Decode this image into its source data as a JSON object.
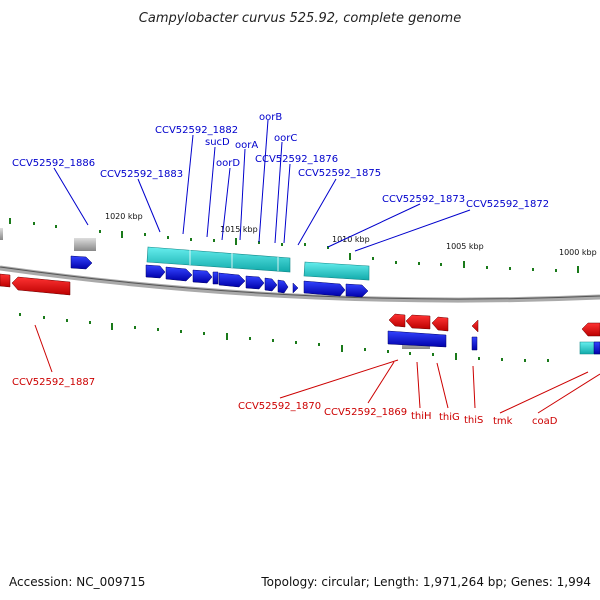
{
  "title": "Campylobacter curvus 525.92, complete genome",
  "accession": "Accession: NC_009715",
  "summary": "Topology: circular; Length: 1,971,264 bp; Genes: 1,994",
  "scale_labels": [
    "1020 kbp",
    "1015 kbp",
    "1010 kbp",
    "1005 kbp",
    "1000 kbp"
  ],
  "colors": {
    "forward": "#0000ee",
    "reverse": "#ee0000",
    "cyan": "#22cccc",
    "grey": "#999999",
    "blue_label": "#0000cc",
    "red_label": "#cc0000",
    "tick": "#1a7a1a",
    "backbone": "#888888"
  },
  "forward_labels": [
    "CCV52592_1882",
    "sucD",
    "oorB",
    "oorC",
    "oorA",
    "oorD",
    "CCV52592_1886",
    "CCV52592_1876",
    "CCV52592_1883",
    "CCV52592_1875",
    "CCV52592_1873",
    "CCV52592_1872"
  ],
  "reverse_labels": [
    "CCV52592_1887",
    "CCV52592_1870",
    "CCV52592_1869",
    "thiH",
    "thiG",
    "thiS",
    "tmk",
    "coaD"
  ]
}
